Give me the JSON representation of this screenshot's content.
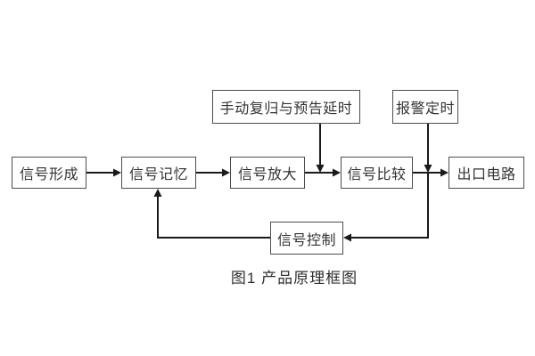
{
  "diagram": {
    "caption": "图1 产品原理框图",
    "nodes": {
      "signal_formation": {
        "label": "信号形成"
      },
      "signal_memory": {
        "label": "信号记忆"
      },
      "signal_amplification": {
        "label": "信号放大"
      },
      "signal_comparison": {
        "label": "信号比较"
      },
      "output_circuit": {
        "label": "出口电路"
      },
      "manual_reset_delay": {
        "label": "手动复归与预告延时"
      },
      "alarm_timing": {
        "label": "报警定时"
      },
      "signal_control": {
        "label": "信号控制"
      }
    },
    "edges": [
      {
        "from": "signal_formation",
        "to": "signal_memory",
        "style": "arrow"
      },
      {
        "from": "signal_memory",
        "to": "signal_amplification",
        "style": "arrow"
      },
      {
        "from": "signal_amplification",
        "to": "signal_comparison",
        "style": "arrow"
      },
      {
        "from": "signal_comparison",
        "to": "output_circuit",
        "style": "arrow"
      },
      {
        "from": "manual_reset_delay",
        "to": "amplification-comparison-link",
        "style": "arrow-down"
      },
      {
        "from": "alarm_timing",
        "to": "comparison-output-link",
        "style": "arrow-down"
      },
      {
        "from": "comparison-output-link",
        "to": "signal_control",
        "style": "arrow-left"
      },
      {
        "from": "signal_control",
        "to": "signal_memory",
        "style": "arrow-up"
      }
    ]
  },
  "colors": {
    "background": "#ffffff",
    "box_border": "#4d4d4d",
    "box_fill": "#ffffff",
    "line": "#1a1a1a",
    "text": "#333333"
  }
}
